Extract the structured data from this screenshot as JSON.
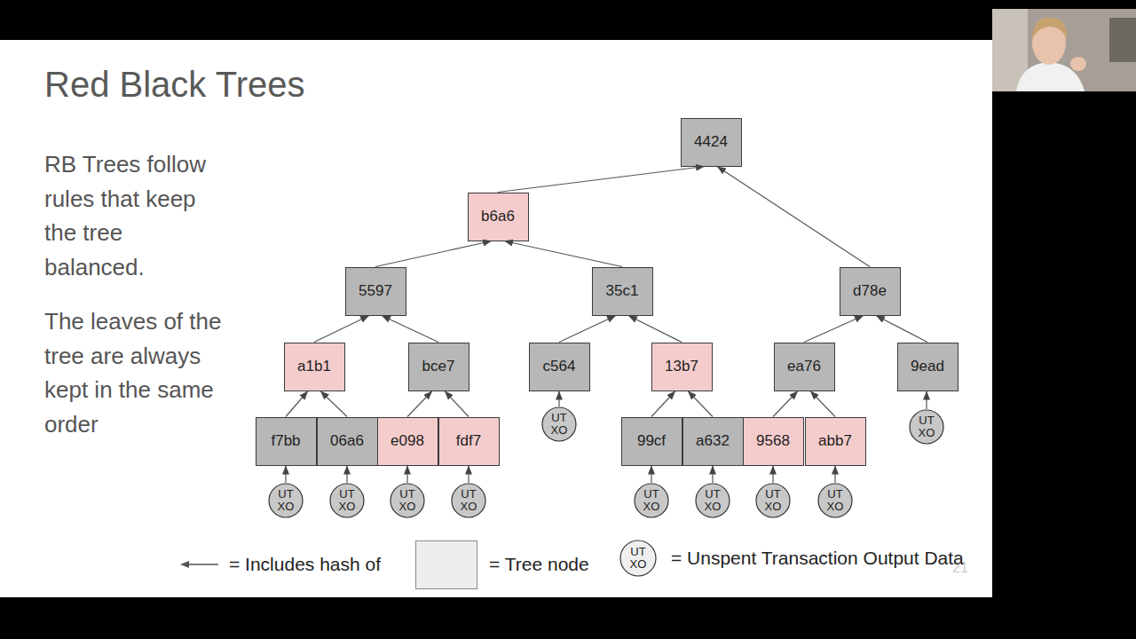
{
  "diagram": {
    "title": "Red Black Trees",
    "nodes": [
      {
        "text": [
          "4424"
        ]
      },
      {
        "text": [
          "b6a6"
        ]
      },
      {
        "text": [
          "5597"
        ]
      },
      {
        "text": [
          "35c1"
        ]
      },
      {
        "text": [
          "d78e"
        ]
      },
      {
        "text": [
          "a1b1"
        ]
      },
      {
        "text": [
          "bce7"
        ]
      },
      {
        "text": [
          "c564"
        ]
      },
      {
        "text": [
          "13b7"
        ]
      },
      {
        "text": [
          "ea76"
        ]
      },
      {
        "text": [
          "9ead"
        ]
      },
      {
        "text": [
          "f7bb"
        ]
      },
      {
        "text": [
          "06a6"
        ]
      },
      {
        "text": [
          "e098"
        ]
      },
      {
        "text": [
          "fdf7"
        ]
      },
      {
        "text": [
          "UT XO"
        ]
      },
      {
        "text": [
          "99cf"
        ]
      },
      {
        "text": [
          "a632"
        ]
      },
      {
        "text": [
          "9568"
        ]
      },
      {
        "text": [
          "abb7"
        ]
      },
      {
        "text": [
          "UT XO"
        ]
      },
      {
        "text": [
          "UT XO"
        ]
      },
      {
        "text": [
          "UT XO"
        ]
      },
      {
        "text": [
          "UT XO"
        ]
      },
      {
        "text": [
          "UT XO"
        ]
      },
      {
        "text": [
          "UT XO"
        ]
      },
      {
        "text": [
          "UT XO"
        ]
      },
      {
        "text": [
          "UT XO"
        ]
      },
      {
        "text": [
          "UT XO"
        ]
      },
      {
        "text": [
          "UT XO"
        ]
      }
    ],
    "edges": [
      {
        "from": 1,
        "to": 0,
        "arrow": "to"
      },
      {
        "from": 4,
        "to": 0,
        "arrow": "to"
      },
      {
        "from": 2,
        "to": 1,
        "arrow": "to"
      },
      {
        "from": 3,
        "to": 1,
        "arrow": "to"
      },
      {
        "from": 5,
        "to": 2,
        "arrow": "to"
      },
      {
        "from": 6,
        "to": 2,
        "arrow": "to"
      },
      {
        "from": 7,
        "to": 3,
        "arrow": "to"
      },
      {
        "from": 8,
        "to": 3,
        "arrow": "to"
      },
      {
        "from": 9,
        "to": 4,
        "arrow": "to"
      },
      {
        "from": 10,
        "to": 4,
        "arrow": "to"
      },
      {
        "from": 11,
        "to": 5,
        "arrow": "to"
      },
      {
        "from": 12,
        "to": 5,
        "arrow": "to"
      },
      {
        "from": 13,
        "to": 6,
        "arrow": "to"
      },
      {
        "from": 14,
        "to": 6,
        "arrow": "to"
      },
      {
        "from": 15,
        "to": 7,
        "arrow": "to"
      },
      {
        "from": 16,
        "to": 8,
        "arrow": "to"
      },
      {
        "from": 17,
        "to": 8,
        "arrow": "to"
      },
      {
        "from": 18,
        "to": 9,
        "arrow": "to"
      },
      {
        "from": 19,
        "to": 9,
        "arrow": "to"
      },
      {
        "from": 20,
        "to": 10,
        "arrow": "to"
      },
      {
        "from": 21,
        "to": 11,
        "arrow": "to"
      },
      {
        "from": 22,
        "to": 12,
        "arrow": "to"
      },
      {
        "from": 23,
        "to": 13,
        "arrow": "to"
      },
      {
        "from": 24,
        "to": 14,
        "arrow": "to"
      },
      {
        "from": 25,
        "to": 16,
        "arrow": "to"
      },
      {
        "from": 26,
        "to": 17,
        "arrow": "to"
      },
      {
        "from": 27,
        "to": 18,
        "arrow": "to"
      },
      {
        "from": 28,
        "to": 19,
        "arrow": "to"
      }
    ],
    "labels": [
      "RB Trees follow rules that keep the tree balanced.",
      "The leaves of the tree are always kept in the same order",
      "21"
    ],
    "legend": [
      {
        "text": "= Includes hash of"
      },
      {
        "text": "= Tree node",
        "color": "#eeeeee"
      },
      {
        "text": "= Unspent Transaction Output Data"
      }
    ]
  }
}
